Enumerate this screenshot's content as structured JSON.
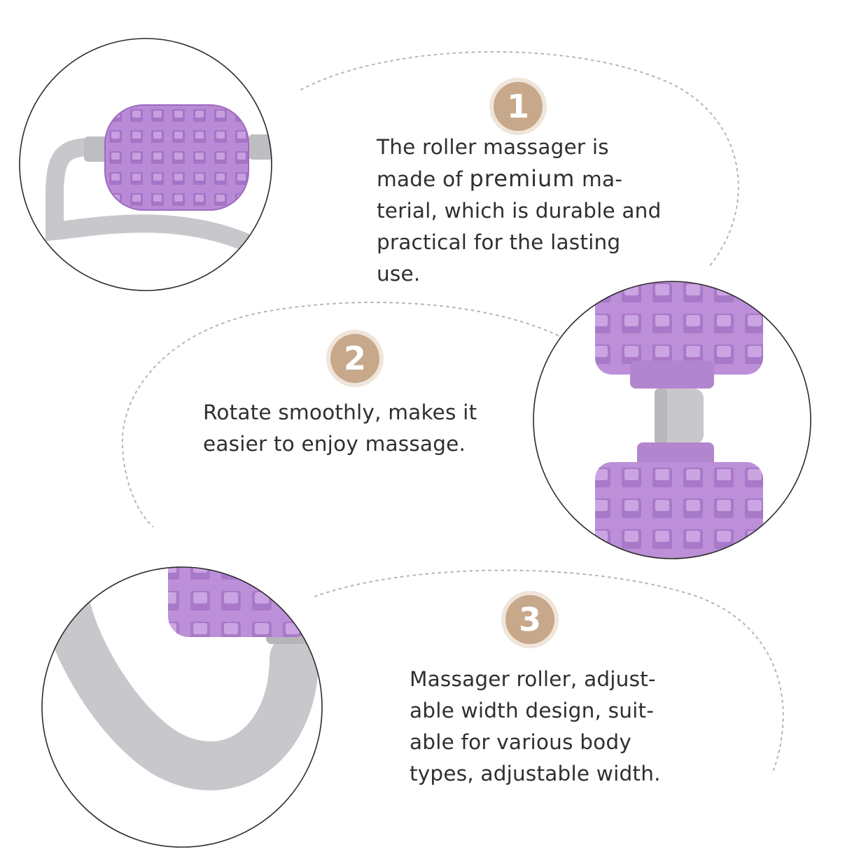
{
  "colors": {
    "background": "#ffffff",
    "badge": "#c7a88a",
    "badge_halo": "#efe5da",
    "text": "#2f2f2f",
    "circle_border": "#2b2b2b",
    "dotted_outline": "#b5b5b5",
    "roller_purple": "#b98ad6",
    "handle_gray": "#c8c8cc"
  },
  "features": [
    {
      "number": "1",
      "lines": [
        {
          "segments": [
            {
              "text": "The roller massager is"
            }
          ]
        },
        {
          "segments": [
            {
              "text": "made of "
            },
            {
              "text": "premium",
              "emphasis": true
            },
            {
              "text": " ma-"
            }
          ]
        },
        {
          "segments": [
            {
              "text": "terial, which is durable and"
            }
          ]
        },
        {
          "segments": [
            {
              "text": "practical for the lasting"
            }
          ]
        },
        {
          "segments": [
            {
              "text": "use."
            }
          ]
        }
      ]
    },
    {
      "number": "2",
      "lines": [
        {
          "segments": [
            {
              "text": "Rotate smoothly, makes it"
            }
          ]
        },
        {
          "segments": [
            {
              "text": "easier to enjoy massage."
            }
          ]
        }
      ]
    },
    {
      "number": "3",
      "lines": [
        {
          "segments": [
            {
              "text": "Massager roller, adjust-"
            }
          ]
        },
        {
          "segments": [
            {
              "text": "able width design, suit-"
            }
          ]
        },
        {
          "segments": [
            {
              "text": "able for various body"
            }
          ]
        },
        {
          "segments": [
            {
              "text": "types, adjustable width."
            }
          ]
        }
      ]
    }
  ],
  "photos": [
    {
      "subject": "purple spiked roller on gray handle"
    },
    {
      "subject": "two purple roller segments with gray connector"
    },
    {
      "subject": "gray curved handle end with purple roller"
    }
  ]
}
